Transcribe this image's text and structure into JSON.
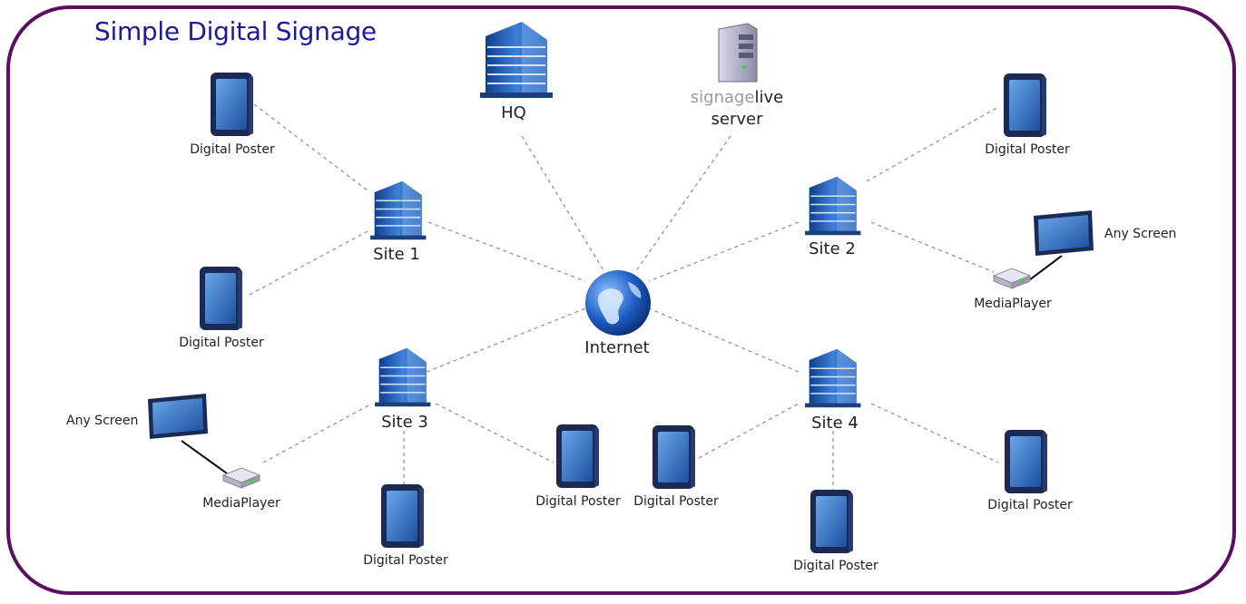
{
  "title": "Simple Digital Signage",
  "hub": {
    "label": "Internet"
  },
  "hq": {
    "label": "HQ"
  },
  "server": {
    "brand_part1": "signage",
    "brand_part2": "live",
    "label": "server"
  },
  "sites": [
    {
      "label": "Site 1"
    },
    {
      "label": "Site 2"
    },
    {
      "label": "Site 3"
    },
    {
      "label": "Site 4"
    }
  ],
  "devices": {
    "poster_label": "Digital Poster",
    "screen_label": "Any Screen",
    "player_label": "MediaPlayer"
  },
  "colors": {
    "frame": "#5a1060",
    "title": "#1a1a9a",
    "link": "#8a8a8a"
  }
}
